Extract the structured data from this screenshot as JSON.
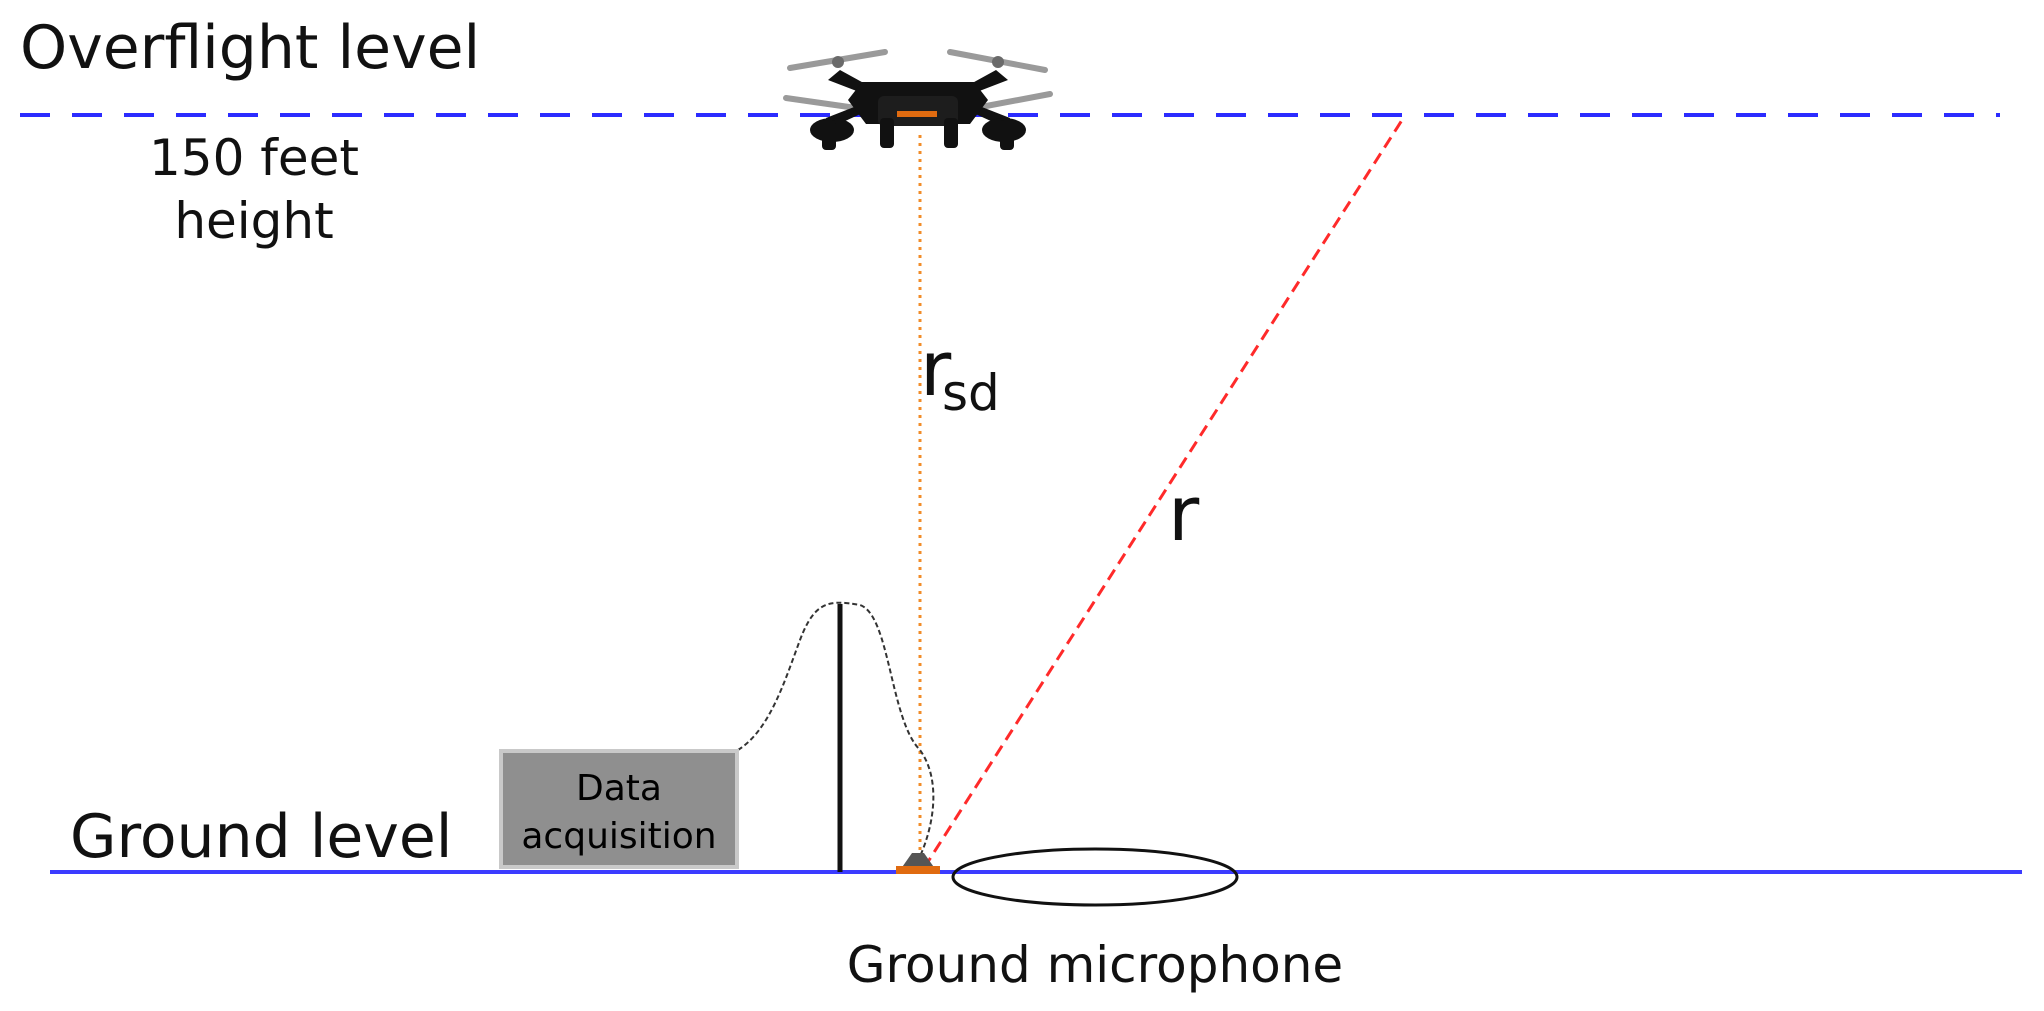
{
  "labels": {
    "overflight_level": "Overflight level",
    "height_line1": "150 feet",
    "height_line2": "height",
    "ground_level": "Ground level",
    "data_acquisition_line1": "Data",
    "data_acquisition_line2": "acquisition",
    "ground_microphone": "Ground microphone",
    "r_sd_main": "r",
    "r_sd_sub": "sd",
    "r": "r"
  },
  "colors": {
    "overflight_line": "#2b2bff",
    "ground_line": "#3b3bff",
    "slant_distance": "#ff2a2a",
    "vertical_distance": "#f28c28",
    "daq_box": "#8f8f8f",
    "drone_body": "#111111"
  },
  "icons": {
    "drone": "quadcopter-drone-icon",
    "microphone": "ground-microphone-icon"
  }
}
